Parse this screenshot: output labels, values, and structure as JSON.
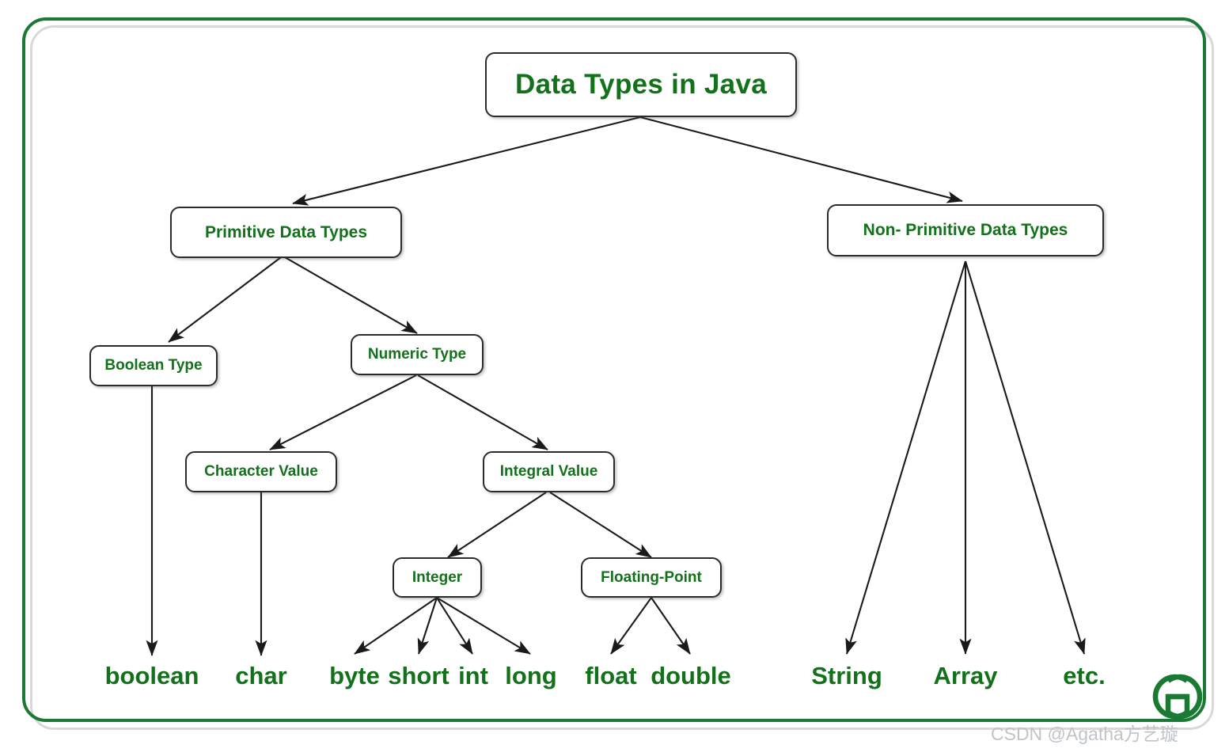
{
  "diagram": {
    "title": "Data Types in Java",
    "accent_green": "#14711b",
    "frame_green": "#1a7a33",
    "line_color": "#1a1a1a",
    "box_fill": "#ffffff",
    "nodes": {
      "root": "Data Types in Java",
      "primitive": "Primitive Data Types",
      "non_primitive": "Non- Primitive Data Types",
      "boolean_type": "Boolean Type",
      "numeric_type": "Numeric Type",
      "character_value": "Character Value",
      "integral_value": "Integral Value",
      "integer": "Integer",
      "floating_point": "Floating-Point"
    },
    "leaves": {
      "boolean": "boolean",
      "char": "char",
      "byte": "byte",
      "short": "short",
      "int": "int",
      "long": "long",
      "float": "float",
      "double": "double",
      "string": "String",
      "array": "Array",
      "etc": "etc."
    },
    "edges": [
      {
        "from": "root",
        "to": "primitive"
      },
      {
        "from": "root",
        "to": "non_primitive"
      },
      {
        "from": "primitive",
        "to": "boolean_type"
      },
      {
        "from": "primitive",
        "to": "numeric_type"
      },
      {
        "from": "numeric_type",
        "to": "character_value"
      },
      {
        "from": "numeric_type",
        "to": "integral_value"
      },
      {
        "from": "integral_value",
        "to": "integer"
      },
      {
        "from": "integral_value",
        "to": "floating_point"
      },
      {
        "from": "boolean_type",
        "to": "boolean"
      },
      {
        "from": "character_value",
        "to": "char"
      },
      {
        "from": "integer",
        "to": "byte"
      },
      {
        "from": "integer",
        "to": "short"
      },
      {
        "from": "integer",
        "to": "int"
      },
      {
        "from": "integer",
        "to": "long"
      },
      {
        "from": "floating_point",
        "to": "float"
      },
      {
        "from": "floating_point",
        "to": "double"
      },
      {
        "from": "non_primitive",
        "to": "string"
      },
      {
        "from": "non_primitive",
        "to": "array"
      },
      {
        "from": "non_primitive",
        "to": "etc"
      }
    ]
  },
  "branding": {
    "logo_name": "geeksforgeeks-logo",
    "watermark": "CSDN @Agatha方艺璇"
  }
}
